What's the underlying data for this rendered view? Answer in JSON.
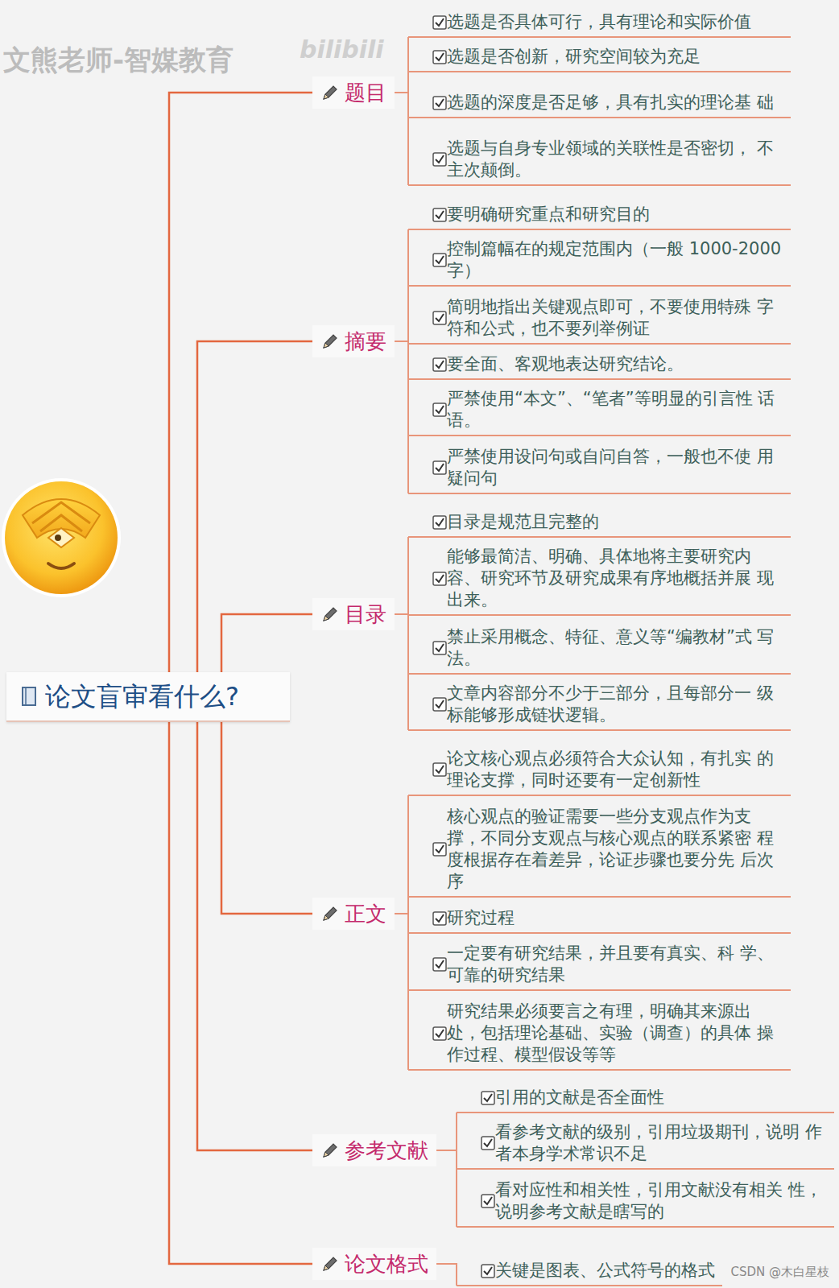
{
  "diagram": {
    "nodes": [
      {
        "text": [
          "论文盲审看什么?"
        ]
      },
      {
        "text": [
          "题目"
        ]
      },
      {
        "text": [
          "选题是否具体可行，具有理论和实际价值"
        ]
      },
      {
        "text": [
          "选题是否创新，研究空间较为充足"
        ]
      },
      {
        "text": [
          "选题的深度是否足够，具有扎实的理论基 础"
        ]
      },
      {
        "text": [
          "选题与自身专业领域的关联性是否密切， 不主次颠倒。"
        ]
      },
      {
        "text": [
          "摘要"
        ]
      },
      {
        "text": [
          "要明确研究重点和研究目的"
        ]
      },
      {
        "text": [
          "控制篇幅在的规定范围内（一般 1000-2000字）"
        ]
      },
      {
        "text": [
          "简明地指出关键观点即可，不要使用特殊 字符和公式，也不要列举例证"
        ]
      },
      {
        "text": [
          "要全面、客观地表达研究结论。"
        ]
      },
      {
        "text": [
          "严禁使用“本文”、“笔者”等明显的引言性 话语。"
        ]
      },
      {
        "text": [
          "严禁使用设问句或自问自答，一般也不使 用疑问句"
        ]
      },
      {
        "text": [
          "目录"
        ]
      },
      {
        "text": [
          "目录是规范且完整的"
        ]
      },
      {
        "text": [
          "能够最简洁、明确、具体地将主要研究内 容、研究环节及研究成果有序地概括并展 现出来。"
        ]
      },
      {
        "text": [
          "禁止采用概念、特征、意义等“编教材”式 写法。"
        ]
      },
      {
        "text": [
          "文章内容部分不少于三部分，且每部分一 级标能够形成链状逻辑。"
        ]
      },
      {
        "text": [
          "正文"
        ]
      },
      {
        "text": [
          "论文核心观点必须符合大众认知，有扎实 的理论支撑，同时还要有一定创新性"
        ]
      },
      {
        "text": [
          "核心观点的验证需要一些分支观点作为支 撑，不同分支观点与核心观点的联系紧密 程度根据存在着差异，论证步骤也要分先 后次序"
        ]
      },
      {
        "text": [
          "研究过程"
        ]
      },
      {
        "text": [
          "一定要有研究结果，并且要有真实、科 学、可靠的研究结果"
        ]
      },
      {
        "text": [
          "研究结果必须要言之有理，明确其来源出 处，包括理论基础、实验（调查）的具体 操作过程、模型假设等等"
        ]
      },
      {
        "text": [
          "参考文献"
        ]
      },
      {
        "text": [
          "引用的文献是否全面性"
        ]
      },
      {
        "text": [
          "看参考文献的级别，引用垃圾期刊，说明 作者本身学术常识不足"
        ]
      },
      {
        "text": [
          "看对应性和相关性，引用文献没有相关 性，说明参考文献是瞎写的"
        ]
      },
      {
        "text": [
          "论文格式"
        ]
      },
      {
        "text": [
          "关键是图表、公式符号的格式"
        ]
      }
    ],
    "edges": [
      {
        "from": 0,
        "to": 1,
        "arrow": "none"
      },
      {
        "from": 1,
        "to": 2,
        "arrow": "none"
      },
      {
        "from": 1,
        "to": 3,
        "arrow": "none"
      },
      {
        "from": 1,
        "to": 4,
        "arrow": "none"
      },
      {
        "from": 1,
        "to": 5,
        "arrow": "none"
      },
      {
        "from": 0,
        "to": 6,
        "arrow": "none"
      },
      {
        "from": 6,
        "to": 7,
        "arrow": "none"
      },
      {
        "from": 6,
        "to": 8,
        "arrow": "none"
      },
      {
        "from": 6,
        "to": 9,
        "arrow": "none"
      },
      {
        "from": 6,
        "to": 10,
        "arrow": "none"
      },
      {
        "from": 6,
        "to": 11,
        "arrow": "none"
      },
      {
        "from": 6,
        "to": 12,
        "arrow": "none"
      },
      {
        "from": 0,
        "to": 13,
        "arrow": "none"
      },
      {
        "from": 13,
        "to": 14,
        "arrow": "none"
      },
      {
        "from": 13,
        "to": 15,
        "arrow": "none"
      },
      {
        "from": 13,
        "to": 16,
        "arrow": "none"
      },
      {
        "from": 13,
        "to": 17,
        "arrow": "none"
      },
      {
        "from": 0,
        "to": 18,
        "arrow": "none"
      },
      {
        "from": 18,
        "to": 19,
        "arrow": "none"
      },
      {
        "from": 18,
        "to": 20,
        "arrow": "none"
      },
      {
        "from": 18,
        "to": 21,
        "arrow": "none"
      },
      {
        "from": 18,
        "to": 22,
        "arrow": "none"
      },
      {
        "from": 18,
        "to": 23,
        "arrow": "none"
      },
      {
        "from": 0,
        "to": 24,
        "arrow": "none"
      },
      {
        "from": 24,
        "to": 25,
        "arrow": "none"
      },
      {
        "from": 24,
        "to": 26,
        "arrow": "none"
      },
      {
        "from": 24,
        "to": 27,
        "arrow": "none"
      },
      {
        "from": 0,
        "to": 28,
        "arrow": "none"
      },
      {
        "from": 28,
        "to": 29,
        "arrow": "none"
      }
    ],
    "labels": [
      "文熊老师-智媒教育",
      "bilibili",
      "CSDN @木白星枝"
    ]
  }
}
